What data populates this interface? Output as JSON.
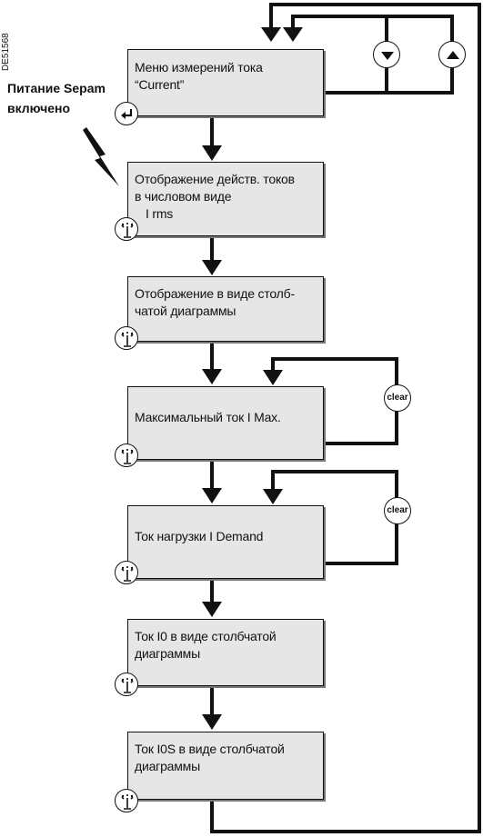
{
  "doc_id": "DE51568",
  "power_label": {
    "line1": "Питание Sepam",
    "line2": "включено"
  },
  "boxes": [
    {
      "line1": "Меню измерений тока",
      "line2": "“Current”",
      "line3": ""
    },
    {
      "line1": "Отображение действ. токов",
      "line2": "в числовом виде",
      "line3": "I rms"
    },
    {
      "line1": "Отображение в виде столб-",
      "line2": "чатой диаграммы",
      "line3": ""
    },
    {
      "line1": "Максимальный ток I Max.",
      "line2": "",
      "line3": ""
    },
    {
      "line1": "Ток нагрузки I Demand",
      "line2": "",
      "line3": ""
    },
    {
      "line1": "Ток I0 в виде столбчатой",
      "line2": "диаграммы",
      "line3": ""
    },
    {
      "line1": "Ток I0S в виде столбчатой",
      "line2": "диаграммы",
      "line3": ""
    }
  ],
  "buttons": {
    "clear_label": "clear",
    "enter_icon": "enter-key-icon",
    "next_icon": "bell-key-icon",
    "down_icon": "down-arrow-key-icon",
    "up_icon": "up-arrow-key-icon"
  },
  "colors": {
    "box_fill": "#e6e6e6",
    "line": "#111111"
  }
}
